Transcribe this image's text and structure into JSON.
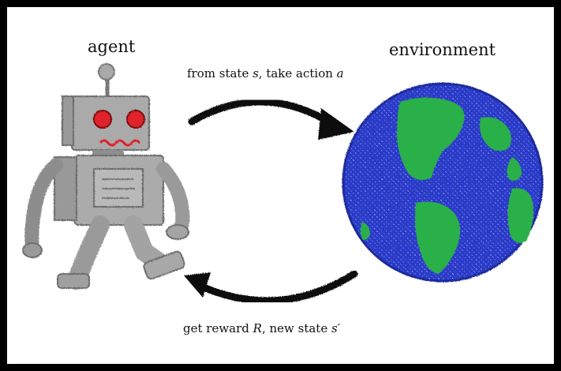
{
  "diagram": {
    "agent_label": "agent",
    "environment_label": "environment",
    "action_caption": {
      "prefix": "from state ",
      "state_var": "s",
      "middle": ", take action ",
      "action_var": "a"
    },
    "reward_caption": {
      "prefix": "get reward ",
      "reward_var": "R",
      "middle": ", new state ",
      "new_state_var": "s′"
    }
  },
  "colors": {
    "frame": "#000000",
    "background": "#ffffff",
    "robot_body": "#a9a9a9",
    "robot_eyes": "#e0202a",
    "ocean": "#2a3bc8",
    "land": "#2bb04a",
    "arrow": "#111111"
  },
  "icons": [
    "robot-agent-icon",
    "earth-globe-icon",
    "curved-arrow-right-icon",
    "curved-arrow-left-icon"
  ]
}
